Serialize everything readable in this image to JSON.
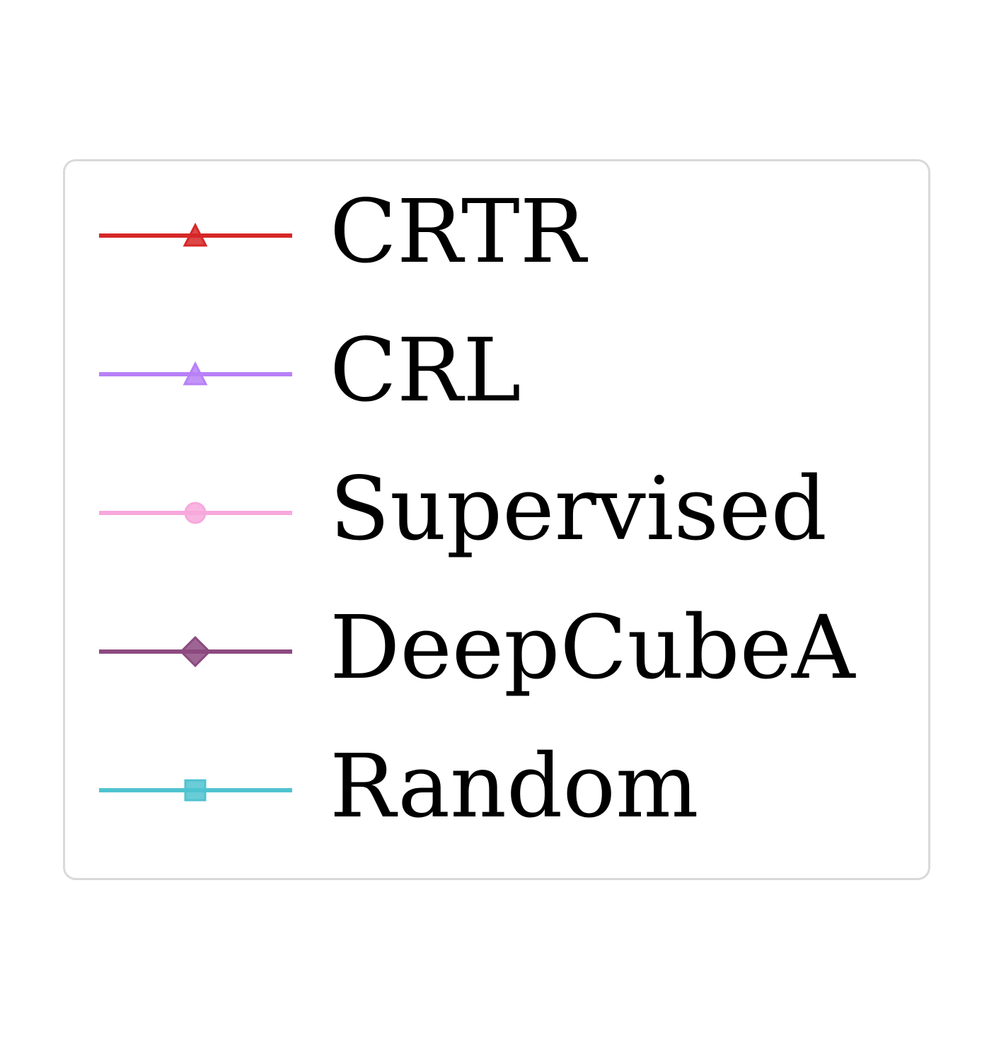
{
  "chart_data": {
    "type": "line",
    "series": [
      {
        "name": "CRTR",
        "color": "#d62728",
        "marker": "triangle"
      },
      {
        "name": "CRL",
        "color": "#b880f7",
        "marker": "triangle"
      },
      {
        "name": "Supervised",
        "color": "#f7a8dc",
        "marker": "circle"
      },
      {
        "name": "DeepCubeA",
        "color": "#8c4a80",
        "marker": "diamond"
      },
      {
        "name": "Random",
        "color": "#4fc3d0",
        "marker": "square"
      }
    ]
  }
}
